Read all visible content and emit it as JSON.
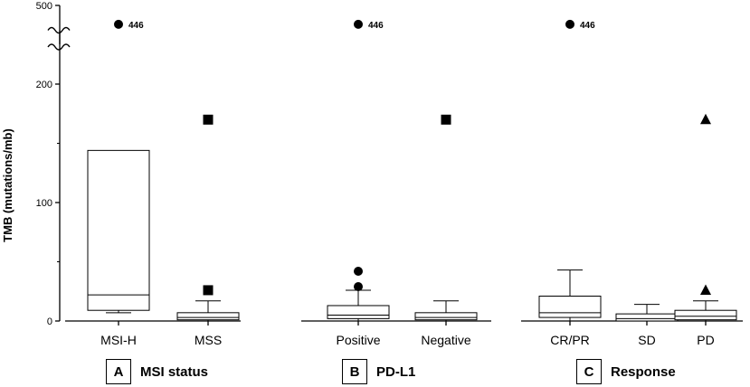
{
  "chart_data": {
    "type": "box",
    "ylabel": "TMB (mutations/mb)",
    "y_ticks": [
      "0",
      "100",
      "200",
      "500"
    ],
    "ylim": [
      0,
      500
    ],
    "y_axis_break": {
      "from": 250,
      "to": 480
    },
    "outlier_label": "446",
    "panels": [
      {
        "id": "A",
        "title": "MSI status",
        "groups": [
          {
            "category": "MSI-H",
            "min": 7,
            "q1": 9,
            "median": 22,
            "q3": 144,
            "max": 144,
            "outliers": [
              {
                "value": 446,
                "label": "446",
                "marker": "circle"
              }
            ]
          },
          {
            "category": "MSS",
            "min": 0,
            "q1": 1,
            "median": 3,
            "q3": 7,
            "max": 17,
            "outliers": [
              {
                "value": 170,
                "marker": "square"
              },
              {
                "value": 26,
                "marker": "square"
              }
            ]
          }
        ]
      },
      {
        "id": "B",
        "title": "PD-L1",
        "groups": [
          {
            "category": "Positive",
            "min": 0,
            "q1": 2,
            "median": 5,
            "q3": 13,
            "max": 26,
            "outliers": [
              {
                "value": 446,
                "label": "446",
                "marker": "circle"
              },
              {
                "value": 42,
                "marker": "circle"
              },
              {
                "value": 29,
                "marker": "circle"
              }
            ]
          },
          {
            "category": "Negative",
            "min": 0,
            "q1": 1,
            "median": 3,
            "q3": 7,
            "max": 17,
            "outliers": [
              {
                "value": 170,
                "marker": "square"
              }
            ]
          }
        ]
      },
      {
        "id": "C",
        "title": "Response",
        "groups": [
          {
            "category": "CR/PR",
            "min": 0,
            "q1": 3,
            "median": 7,
            "q3": 21,
            "max": 43,
            "outliers": [
              {
                "value": 446,
                "label": "446",
                "marker": "circle"
              }
            ]
          },
          {
            "category": "SD",
            "min": 0,
            "q1": 0,
            "median": 2,
            "q3": 6,
            "max": 14,
            "outliers": []
          },
          {
            "category": "PD",
            "min": 0,
            "q1": 1,
            "median": 4,
            "q3": 9,
            "max": 17,
            "outliers": [
              {
                "value": 170,
                "marker": "triangle"
              },
              {
                "value": 26,
                "marker": "triangle"
              }
            ]
          }
        ]
      }
    ]
  }
}
